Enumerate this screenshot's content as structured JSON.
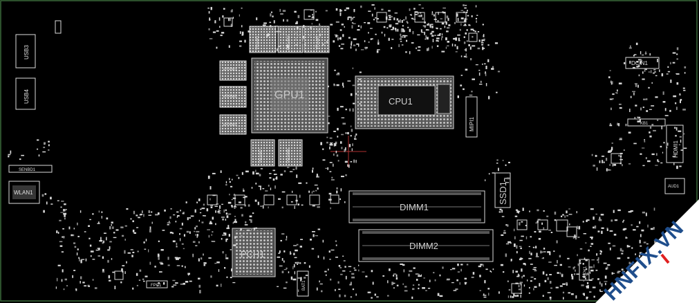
{
  "board": {
    "background": "#000000",
    "silk_color": "#dcdcdc",
    "edge_color": "#3b6b3b",
    "labels": {
      "usb3": "USB3",
      "usb4": "USB4",
      "senbd1": "SENBD1",
      "wlan1": "WLAN1",
      "gpu1": "GPU1",
      "cpu1": "CPU1",
      "vram1": "VRAM1",
      "vram2": "VRAM2",
      "vram3": "VRAM3",
      "vram4": "VRAM4",
      "vram5": "VRAM5",
      "vram6": "VRAM6",
      "vram7": "VRAM7",
      "vram8": "VRAM8",
      "mipi1": "MIPI1",
      "dcin1": "DCIN1",
      "hdmi1": "HDMI1",
      "aud1": "AUD1",
      "ssd1": "SSD1",
      "dimm1": "DIMM1",
      "dimm2": "DIMM2",
      "pch1": "PCH1",
      "bat1": "BAT1",
      "spk1": "SPK1",
      "kb1": "KB1",
      "fpc1": "FPC1"
    }
  },
  "watermark": {
    "text": "HNFIX.VN",
    "color": "#1f4e8c",
    "accent": "#e02020"
  }
}
